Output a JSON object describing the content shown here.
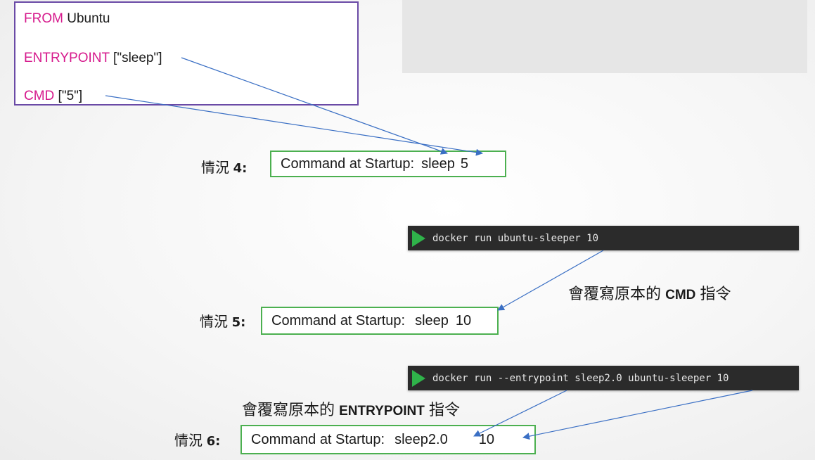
{
  "dockerfile": {
    "line1": {
      "keyword": "FROM",
      "rest": " Ubuntu"
    },
    "line2": {
      "keyword": "ENTRYPOINT",
      "rest": " [\"sleep\"]"
    },
    "line3": {
      "keyword": "CMD",
      "rest": " [\"5\"]"
    }
  },
  "cases": [
    {
      "label_zh": "情況 ",
      "label_num": "4:",
      "prefix": "Command at Startup:",
      "cmd": "sleep",
      "arg": "5"
    },
    {
      "label_zh": "情況 ",
      "label_num": "5:",
      "prefix": "Command at Startup:",
      "cmd": "sleep",
      "arg": "10"
    },
    {
      "label_zh": "情況 ",
      "label_num": "6:",
      "prefix": "Command at Startup:",
      "cmd": "sleep2.0",
      "arg": "10"
    }
  ],
  "terminals": [
    {
      "command": "docker run ubuntu-sleeper 10"
    },
    {
      "command": "docker run --entrypoint sleep2.0 ubuntu-sleeper 10"
    }
  ],
  "notes": [
    {
      "prefix": "會覆寫原本的 ",
      "keyword": "CMD",
      "suffix": " 指令"
    },
    {
      "prefix": "會覆寫原本的 ",
      "keyword": "ENTRYPOINT",
      "suffix": " 指令"
    }
  ],
  "colors": {
    "keyword": "#d6198c",
    "box_border": "#4cb050",
    "dockerfile_border": "#6a4aa6",
    "arrow": "#3a6fc4",
    "terminal_bg": "#2b2b2b",
    "play": "#2fb34a"
  }
}
